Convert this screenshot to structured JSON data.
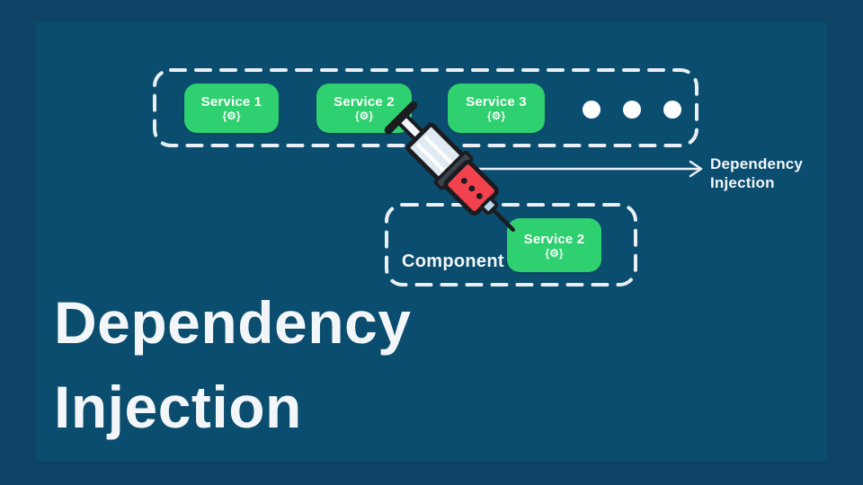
{
  "colors": {
    "bg_outer": "#0d4466",
    "bg_inner": "#0a4d6e",
    "chip_green": "#2ed06f",
    "dash_white": "#e9eff4",
    "syringe_red": "#f2424e",
    "syringe_outline": "#1a1c20",
    "syringe_barrel": "#dfeaf3",
    "syringe_tip": "#b9d8eb",
    "text_white": "#f3f6f8"
  },
  "services_container": {
    "services": [
      {
        "label": "Service 1",
        "icon": "{⚙}"
      },
      {
        "label": "Service 2",
        "icon": "{⚙}"
      },
      {
        "label": "Service 3",
        "icon": "{⚙}"
      }
    ],
    "ellipsis_dots": 3
  },
  "injection_arrow": {
    "label_line1": "Dependency",
    "label_line2": "Injection"
  },
  "component": {
    "label": "Component",
    "injected_service": {
      "label": "Service 2",
      "icon": "{⚙}"
    }
  },
  "title": {
    "line1": "Dependency",
    "line2": "Injection"
  }
}
